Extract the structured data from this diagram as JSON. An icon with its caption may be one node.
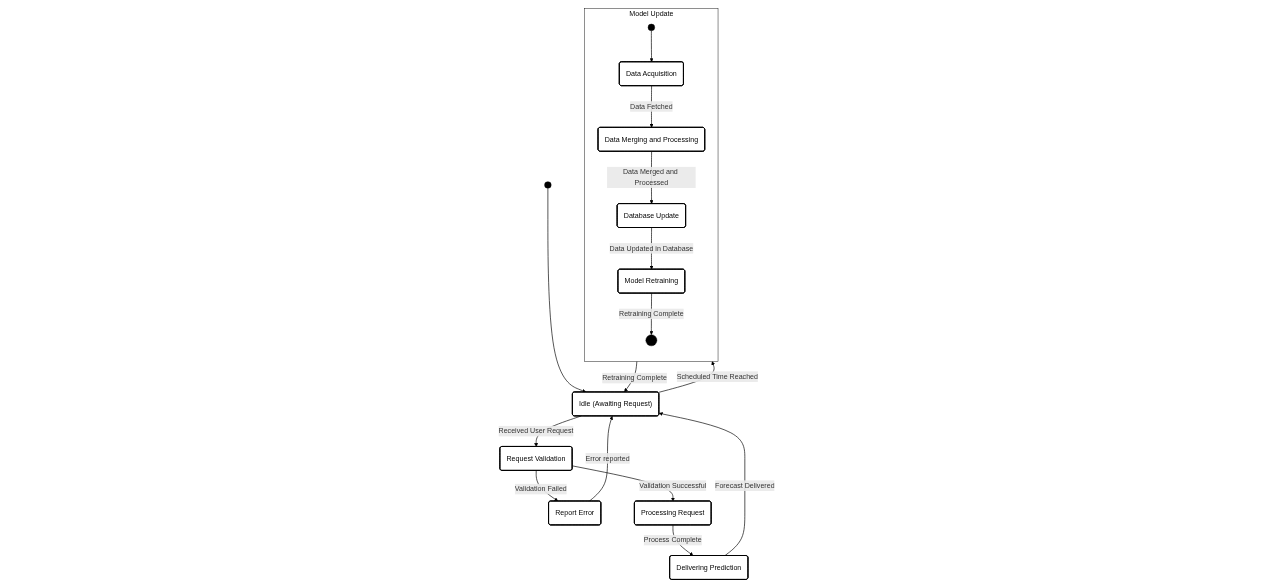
{
  "diagram": {
    "nodes": [
      {
        "text": [],
        "shape": "circle"
      },
      {
        "text": [
          "Idle (Awaiting Request)"
        ]
      },
      {
        "text": [
          "Report Error"
        ]
      },
      {
        "text": [
          "Delivering Prediction"
        ]
      },
      {
        "text": [
          "Request Validation"
        ]
      },
      {
        "text": [
          "Processing Request"
        ]
      },
      {
        "text": [
          "Model Update"
        ]
      },
      {
        "text": [],
        "shape": "circle",
        "in": 6
      },
      {
        "text": [
          "Data Merging and Processing"
        ],
        "in": 6
      },
      {
        "text": [
          "Data Acquisition"
        ],
        "in": 6
      },
      {
        "text": [],
        "shape": "circle",
        "in": 6
      },
      {
        "text": [
          "Model Retraining"
        ],
        "in": 6
      },
      {
        "text": [
          "Database Update"
        ],
        "in": 6
      }
    ],
    "edges": [
      {
        "from": 0,
        "to": 1,
        "arrow": "to"
      },
      {
        "from": 2,
        "to": 1,
        "arrow": "to",
        "label": "Error reported"
      },
      {
        "from": 3,
        "to": 1,
        "arrow": "to",
        "label": "Forecast Delivered"
      },
      {
        "from": 1,
        "to": 4,
        "arrow": "to",
        "label": "Received User Request"
      },
      {
        "from": 1,
        "to": 6,
        "arrow": "to",
        "label": "Scheduled Time Reached"
      },
      {
        "from": 4,
        "to": 2,
        "arrow": "to",
        "label": "Validation Failed"
      },
      {
        "from": 4,
        "to": 5,
        "arrow": "to",
        "label": "Validation Successful"
      },
      {
        "from": 5,
        "to": 3,
        "arrow": "to",
        "label": "Process Complete"
      },
      {
        "from": 7,
        "to": 9,
        "arrow": "to"
      },
      {
        "from": 9,
        "to": 8,
        "arrow": "to",
        "label": "Data Fetched"
      },
      {
        "from": 8,
        "to": 12,
        "arrow": "to",
        "label": "Data Merged and Processed"
      },
      {
        "from": 12,
        "to": 11,
        "arrow": "to",
        "label": "Data Updated in Database"
      },
      {
        "from": 11,
        "to": 10,
        "arrow": "to",
        "label": "Retraining Complete"
      },
      {
        "from": 6,
        "to": 1,
        "arrow": "to",
        "label": "Retraining Complete"
      }
    ]
  }
}
